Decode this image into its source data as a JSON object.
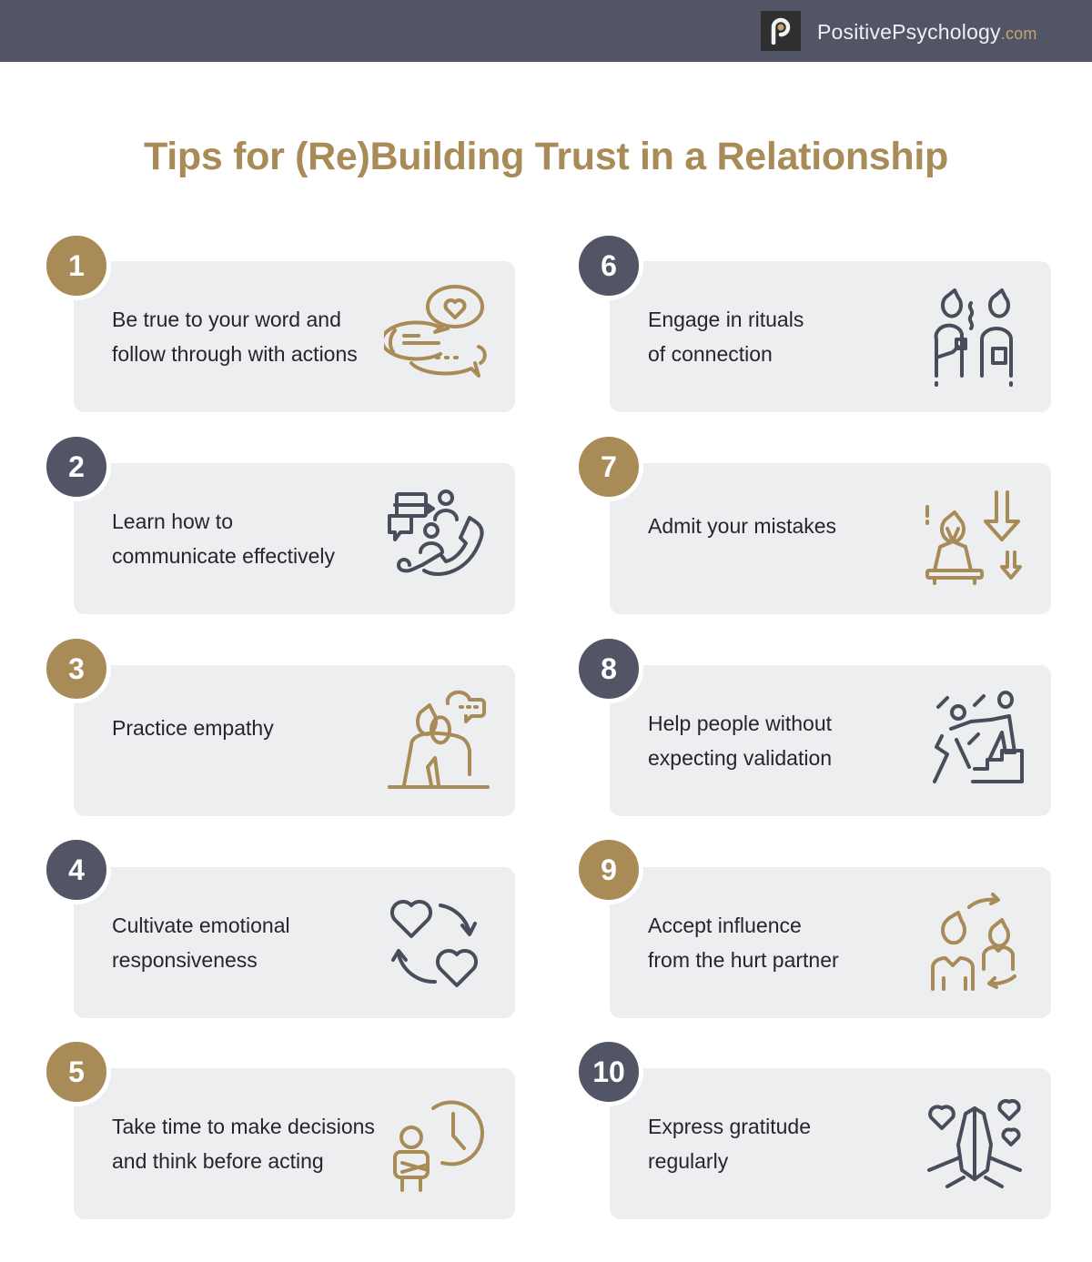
{
  "header": {
    "brand_name": "PositivePsychology",
    "brand_tld": ".com",
    "logo_letter": "p",
    "background_color": "#525566"
  },
  "title": "Tips for (Re)Building Trust in a Relationship",
  "colors": {
    "accent_gold": "#a88b57",
    "slate": "#525566",
    "card_bg": "#edeef0",
    "text": "#25262b"
  },
  "tips": [
    {
      "number": "1",
      "text": "Be true to your word and\nfollow through with actions",
      "icon": "speech-bubbles-heart-icon",
      "color": "gold"
    },
    {
      "number": "2",
      "text": "Learn how to\ncommunicate effectively",
      "icon": "phone-conversation-icon",
      "color": "slate"
    },
    {
      "number": "3",
      "text": "Practice empathy",
      "icon": "embracing-people-icon",
      "color": "gold"
    },
    {
      "number": "4",
      "text": "Cultivate emotional\nresponsiveness",
      "icon": "exchanging-hearts-icon",
      "color": "slate"
    },
    {
      "number": "5",
      "text": "Take time to make decisions\nand think before acting",
      "icon": "person-clock-icon",
      "color": "gold"
    },
    {
      "number": "6",
      "text": "Engage in rituals\nof connection",
      "icon": "two-people-coffee-icon",
      "color": "slate"
    },
    {
      "number": "7",
      "text": "Admit your mistakes",
      "icon": "person-down-arrows-icon",
      "color": "gold"
    },
    {
      "number": "8",
      "text": "Help people without\nexpecting validation",
      "icon": "helping-hand-stairs-icon",
      "color": "slate"
    },
    {
      "number": "9",
      "text": "Accept influence\nfrom the hurt partner",
      "icon": "two-people-exchange-icon",
      "color": "gold"
    },
    {
      "number": "10",
      "text": "Express gratitude\nregularly",
      "icon": "praying-hands-hearts-icon",
      "color": "slate"
    }
  ]
}
